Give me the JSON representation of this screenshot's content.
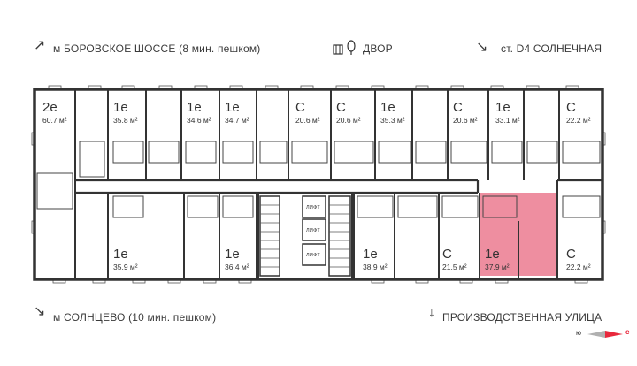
{
  "directions": {
    "top_left": "м БОРОВСКОЕ ШОССЕ (8 мин. пешком)",
    "top_center": "ДВОР",
    "top_right": "ст. D4 СОЛНЕЧНАЯ",
    "bottom_left": "м СОЛНЦЕВО (10 мин. пешком)",
    "bottom_right": "ПРОИЗВОДСТВЕННАЯ УЛИЦА"
  },
  "compass": {
    "left": "ю",
    "right": "с"
  },
  "colors": {
    "highlight": "#ee8ea0",
    "wall": "#333333",
    "accent": "#e8283c"
  },
  "lift_label": "ЛИФТ",
  "apartments_top": [
    {
      "type": "2е",
      "area": "60.7 м²"
    },
    {
      "type": "1е",
      "area": "35.8 м²"
    },
    {
      "type": "1е",
      "area": "34.6 м²"
    },
    {
      "type": "1е",
      "area": "34.7 м²"
    },
    {
      "type": "С",
      "area": "20.6 м²"
    },
    {
      "type": "С",
      "area": "20.6 м²"
    },
    {
      "type": "1е",
      "area": "35.3 м²"
    },
    {
      "type": "С",
      "area": "20.6 м²"
    },
    {
      "type": "1е",
      "area": "33.1 м²"
    },
    {
      "type": "С",
      "area": "22.2 м²"
    }
  ],
  "apartments_bottom": [
    {
      "type": "1е",
      "area": "35.9 м²"
    },
    {
      "type": "1е",
      "area": "36.4 м²"
    },
    {
      "type": "1е",
      "area": "38.9 м²"
    },
    {
      "type": "С",
      "area": "21.5 м²"
    },
    {
      "type": "1е",
      "area": "37.9 м²",
      "highlighted": true
    },
    {
      "type": "С",
      "area": "22.2 м²"
    }
  ]
}
